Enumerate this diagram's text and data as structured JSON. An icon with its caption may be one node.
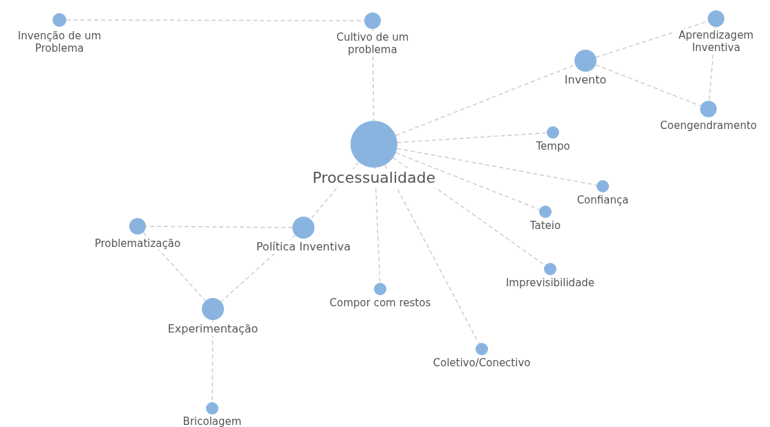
{
  "diagram": {
    "nodes": [
      {
        "text": [
          "Invenção de um Problema"
        ]
      },
      {
        "text": [
          "Cultivo de um problema"
        ]
      },
      {
        "text": [
          "Aprendizagem Inventiva"
        ]
      },
      {
        "text": [
          "Invento"
        ]
      },
      {
        "text": [
          "Processualidade"
        ]
      },
      {
        "text": [
          "Tempo"
        ]
      },
      {
        "text": [
          "Coengendramento"
        ]
      },
      {
        "text": [
          "Confiança"
        ]
      },
      {
        "text": [
          "Tateio"
        ]
      },
      {
        "text": [
          "Problematização"
        ]
      },
      {
        "text": [
          "Política Inventiva"
        ]
      },
      {
        "text": [
          "Imprevisibilidade"
        ]
      },
      {
        "text": [
          "Compor com restos"
        ]
      },
      {
        "text": [
          "Experimentação"
        ]
      },
      {
        "text": [
          "Coletivo/Conectivo"
        ]
      },
      {
        "text": [
          "Bricolagem"
        ]
      }
    ],
    "edges": [
      {
        "from": 0,
        "to": 1,
        "arrow": "none",
        "style": "dashed"
      },
      {
        "from": 1,
        "to": 4,
        "arrow": "none",
        "style": "dashed"
      },
      {
        "from": 4,
        "to": 3,
        "arrow": "none",
        "style": "dashed"
      },
      {
        "from": 3,
        "to": 2,
        "arrow": "none",
        "style": "dashed"
      },
      {
        "from": 3,
        "to": 6,
        "arrow": "none",
        "style": "dashed"
      },
      {
        "from": 2,
        "to": 6,
        "arrow": "none",
        "style": "dashed"
      },
      {
        "from": 4,
        "to": 5,
        "arrow": "none",
        "style": "dashed"
      },
      {
        "from": 4,
        "to": 7,
        "arrow": "none",
        "style": "dashed"
      },
      {
        "from": 4,
        "to": 8,
        "arrow": "none",
        "style": "dashed"
      },
      {
        "from": 4,
        "to": 11,
        "arrow": "none",
        "style": "dashed"
      },
      {
        "from": 4,
        "to": 14,
        "arrow": "none",
        "style": "dashed"
      },
      {
        "from": 4,
        "to": 12,
        "arrow": "none",
        "style": "dashed"
      },
      {
        "from": 4,
        "to": 10,
        "arrow": "none",
        "style": "dashed"
      },
      {
        "from": 10,
        "to": 9,
        "arrow": "none",
        "style": "dashed"
      },
      {
        "from": 9,
        "to": 13,
        "arrow": "none",
        "style": "dashed"
      },
      {
        "from": 10,
        "to": 13,
        "arrow": "none",
        "style": "dashed"
      },
      {
        "from": 13,
        "to": 15,
        "arrow": "none",
        "style": "dashed"
      }
    ]
  }
}
